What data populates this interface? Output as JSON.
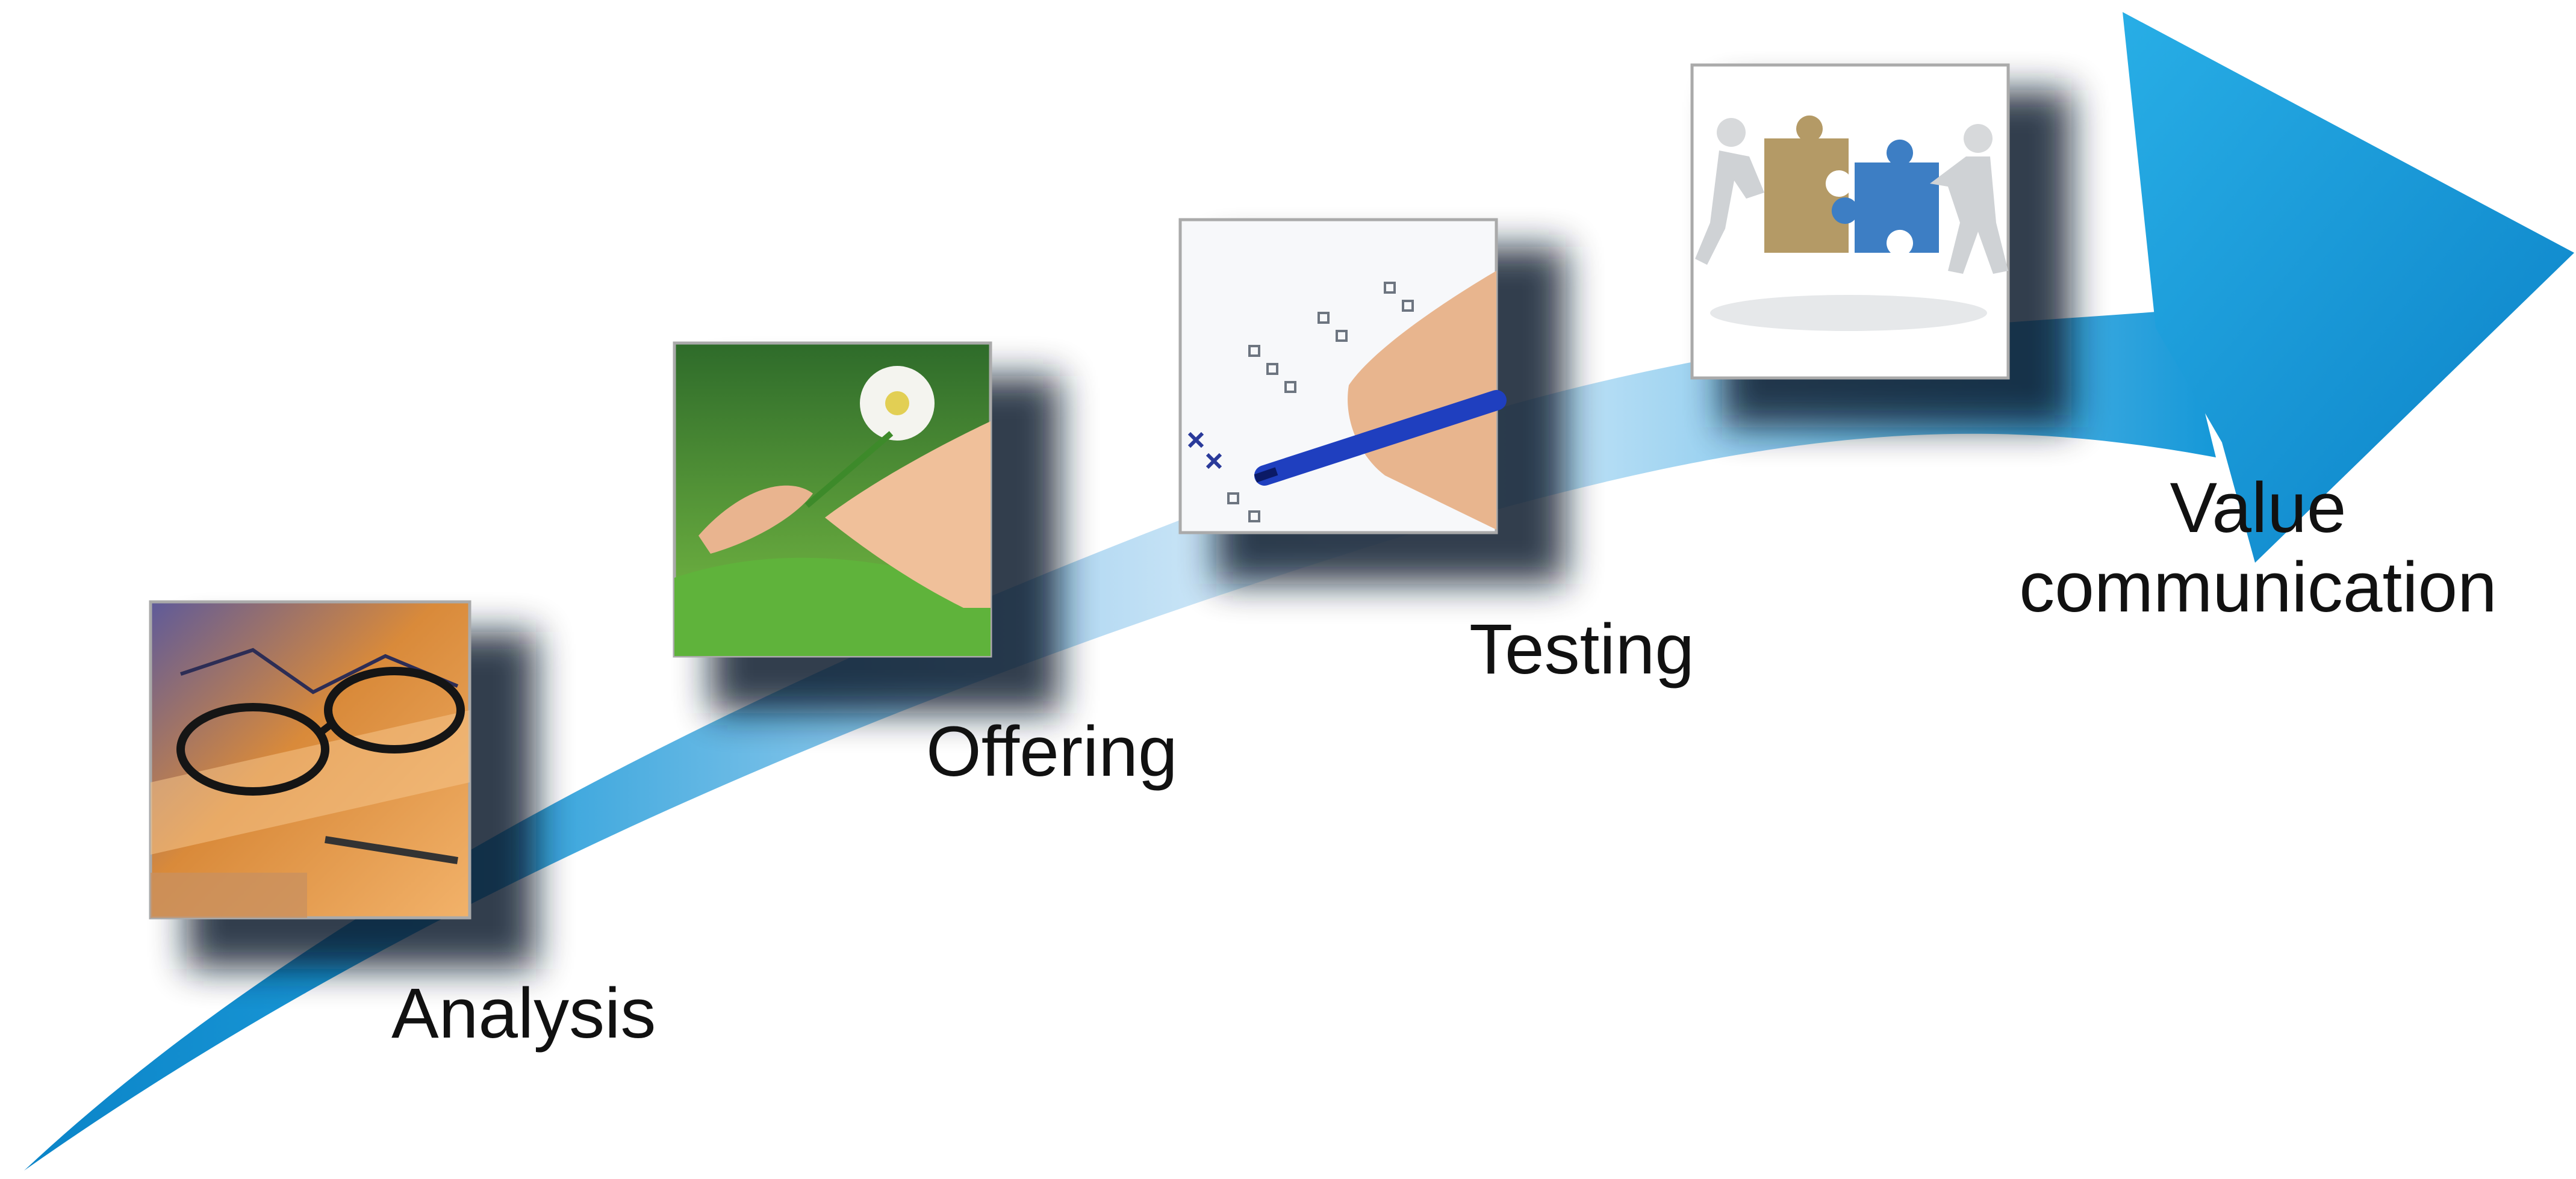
{
  "stages": [
    {
      "label": "Analysis",
      "image": "analysis-photo"
    },
    {
      "label": "Offering",
      "image": "offering-photo"
    },
    {
      "label": "Testing",
      "image": "testing-photo"
    }
  ],
  "final_stage": {
    "line1": "Value",
    "line2": "communication",
    "image": "value-communication-photo"
  },
  "colors": {
    "arrow_dark": "#0a7fc4",
    "arrow_light": "#dbeefa",
    "arrow_head": "#0e95d4",
    "text": "#111111"
  }
}
